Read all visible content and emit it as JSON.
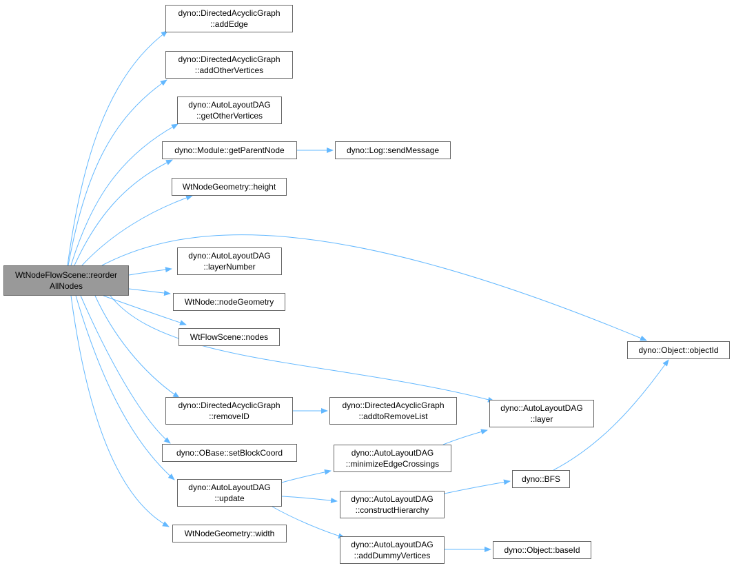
{
  "diagram": {
    "edge_color": "#63b8ff",
    "root_fill": "#999999",
    "node_border": "#666666",
    "nodes": [
      {
        "id": "root",
        "lines": [
          "WtNodeFlowScene::reorder",
          "AllNodes"
        ]
      },
      {
        "id": "addEdge",
        "lines": [
          "dyno::DirectedAcyclicGraph",
          "::addEdge"
        ]
      },
      {
        "id": "addOtherVertices",
        "lines": [
          "dyno::DirectedAcyclicGraph",
          "::addOtherVertices"
        ]
      },
      {
        "id": "getOtherVertices",
        "lines": [
          "dyno::AutoLayoutDAG",
          "::getOtherVertices"
        ]
      },
      {
        "id": "getParentNode",
        "lines": [
          "dyno::Module::getParentNode"
        ]
      },
      {
        "id": "sendMessage",
        "lines": [
          "dyno::Log::sendMessage"
        ]
      },
      {
        "id": "height",
        "lines": [
          "WtNodeGeometry::height"
        ]
      },
      {
        "id": "layerNumber",
        "lines": [
          "dyno::AutoLayoutDAG",
          "::layerNumber"
        ]
      },
      {
        "id": "nodeGeometry",
        "lines": [
          "WtNode::nodeGeometry"
        ]
      },
      {
        "id": "nodes",
        "lines": [
          "WtFlowScene::nodes"
        ]
      },
      {
        "id": "objectId",
        "lines": [
          "dyno::Object::objectId"
        ]
      },
      {
        "id": "removeID",
        "lines": [
          "dyno::DirectedAcyclicGraph",
          "::removeID"
        ]
      },
      {
        "id": "addtoRemoveList",
        "lines": [
          "dyno::DirectedAcyclicGraph",
          "::addtoRemoveList"
        ]
      },
      {
        "id": "layer",
        "lines": [
          "dyno::AutoLayoutDAG",
          "::layer"
        ]
      },
      {
        "id": "setBlockCoord",
        "lines": [
          "dyno::OBase::setBlockCoord"
        ]
      },
      {
        "id": "minimizeEdgeCrossings",
        "lines": [
          "dyno::AutoLayoutDAG",
          "::minimizeEdgeCrossings"
        ]
      },
      {
        "id": "update",
        "lines": [
          "dyno::AutoLayoutDAG",
          "::update"
        ]
      },
      {
        "id": "BFS",
        "lines": [
          "dyno::BFS"
        ]
      },
      {
        "id": "constructHierarchy",
        "lines": [
          "dyno::AutoLayoutDAG",
          "::constructHierarchy"
        ]
      },
      {
        "id": "width",
        "lines": [
          "WtNodeGeometry::width"
        ]
      },
      {
        "id": "addDummyVertices",
        "lines": [
          "dyno::AutoLayoutDAG",
          "::addDummyVertices"
        ]
      },
      {
        "id": "baseId",
        "lines": [
          "dyno::Object::baseId"
        ]
      }
    ],
    "edges": [
      [
        "root",
        "addEdge"
      ],
      [
        "root",
        "addOtherVertices"
      ],
      [
        "root",
        "getOtherVertices"
      ],
      [
        "root",
        "getParentNode"
      ],
      [
        "root",
        "height"
      ],
      [
        "root",
        "objectId"
      ],
      [
        "root",
        "layerNumber"
      ],
      [
        "root",
        "nodeGeometry"
      ],
      [
        "root",
        "nodes"
      ],
      [
        "root",
        "layer"
      ],
      [
        "root",
        "removeID"
      ],
      [
        "root",
        "setBlockCoord"
      ],
      [
        "root",
        "update"
      ],
      [
        "root",
        "width"
      ],
      [
        "getParentNode",
        "sendMessage"
      ],
      [
        "removeID",
        "addtoRemoveList"
      ],
      [
        "minimizeEdgeCrossings",
        "layer"
      ],
      [
        "update",
        "minimizeEdgeCrossings"
      ],
      [
        "update",
        "constructHierarchy"
      ],
      [
        "update",
        "addDummyVertices"
      ],
      [
        "constructHierarchy",
        "BFS"
      ],
      [
        "BFS",
        "objectId"
      ],
      [
        "addDummyVertices",
        "baseId"
      ]
    ]
  }
}
